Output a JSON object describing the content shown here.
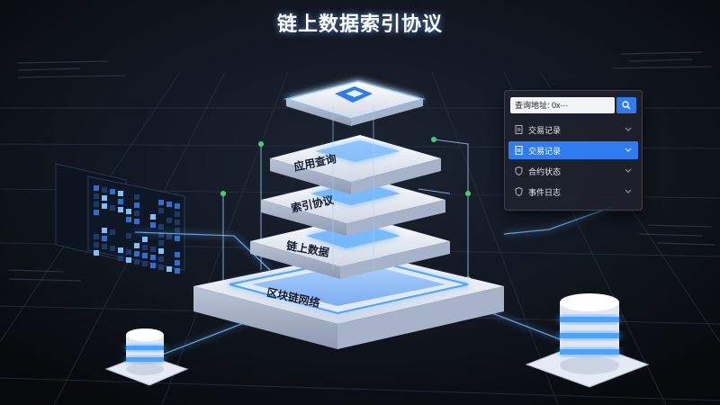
{
  "header": {
    "title": "链上数据索引协议"
  },
  "layers": [
    {
      "label": "应用查询"
    },
    {
      "label": "索引协议"
    },
    {
      "label": "链上数据"
    },
    {
      "label": "区块链网络"
    }
  ],
  "query_panel": {
    "search_value": "查询地址: 0x···",
    "items": [
      {
        "label": "交易记录",
        "icon": "document-icon",
        "active": false
      },
      {
        "label": "交易记录",
        "icon": "document-icon",
        "active": true
      },
      {
        "label": "合约状态",
        "icon": "shield-icon",
        "active": false
      },
      {
        "label": "事件日志",
        "icon": "shield-icon",
        "active": false
      }
    ]
  },
  "colors": {
    "accent": "#2f7bf0",
    "glow": "#4aa3ff",
    "node": "#48d16a",
    "background": "#0b0f16"
  }
}
